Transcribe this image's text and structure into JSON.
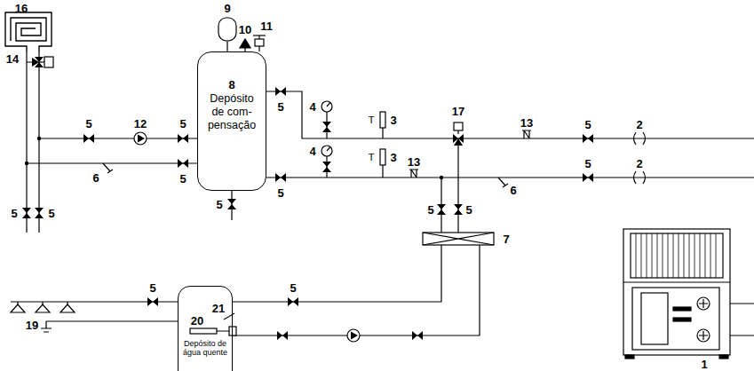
{
  "diagram": {
    "nodes": [
      {
        "text": [
          "8",
          "Depósito de com- pensação"
        ]
      },
      {
        "text": [
          "Depósito de água quente"
        ]
      }
    ],
    "labels": [
      "16",
      "9",
      "10",
      "11",
      "14",
      "4",
      "5",
      "17",
      "T",
      "3",
      "5",
      "12",
      "5",
      "13",
      "5",
      "2",
      "4",
      "T",
      "3",
      "13",
      "5",
      "2",
      "6",
      "5",
      "5",
      "6",
      "5",
      "5",
      "5",
      "5",
      "5",
      "7",
      "5",
      "5",
      "21",
      "20",
      "19",
      "1"
    ]
  }
}
